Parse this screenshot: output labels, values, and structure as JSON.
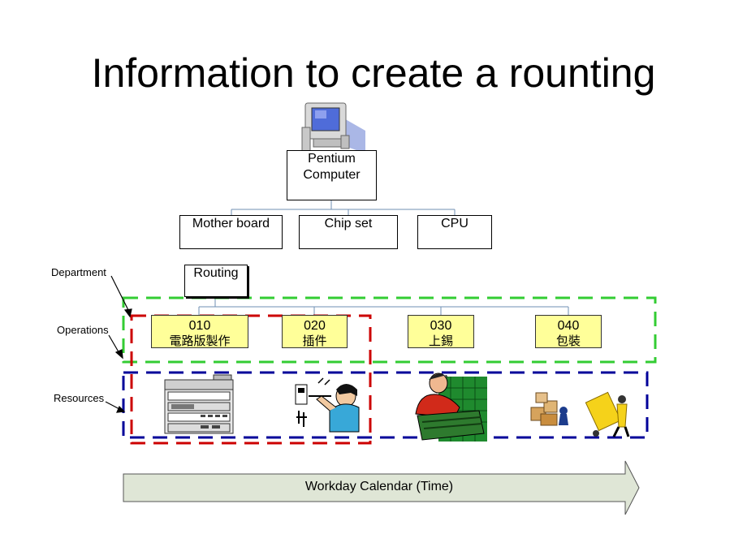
{
  "title": "Information to create a rounting",
  "product": {
    "line1": "Pentium",
    "line2": "Computer"
  },
  "components": [
    "Mother board",
    "Chip set",
    "CPU"
  ],
  "routing_label": "Routing",
  "side_labels": {
    "department": "Department",
    "operations": "Operations",
    "resources": "Resources"
  },
  "operations": [
    {
      "code": "010",
      "name": "電路版製作"
    },
    {
      "code": "020",
      "name": "插件"
    },
    {
      "code": "030",
      "name": "上錫"
    },
    {
      "code": "040",
      "name": "包裝"
    }
  ],
  "calendar_label": "Workday Calendar (Time)",
  "colors": {
    "department_outline": "#33cc33",
    "operations_outline": "#cc0000",
    "resources_outline": "#000099",
    "operation_fill": "#ffff99",
    "arrow_fill": "#dfe6d6"
  },
  "resource_icons": [
    "stereo-equipment-icon",
    "worker-soldering-icon",
    "worker-with-crate-icon",
    "packages-and-dolly-icon"
  ]
}
